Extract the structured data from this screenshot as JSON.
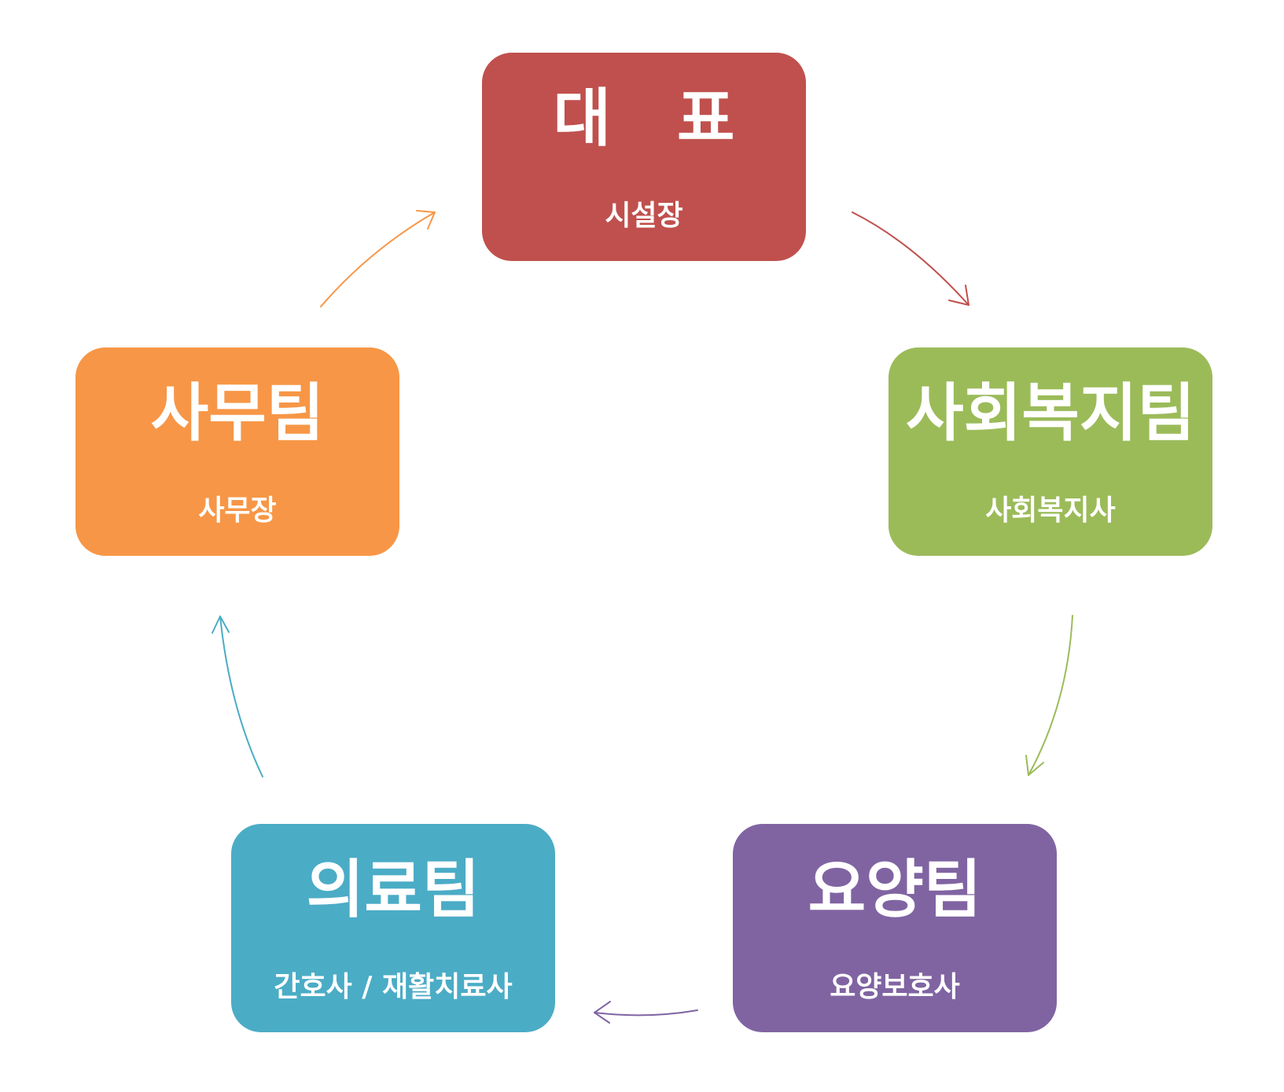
{
  "nodes": {
    "ceo": {
      "title": "대 표",
      "subtitle": "시설장",
      "color": "#c0504d"
    },
    "social": {
      "title": "사회복지팀",
      "subtitle": "사회복지사",
      "color": "#9bbb59"
    },
    "care": {
      "title": "요양팀",
      "subtitle": "요양보호사",
      "color": "#8064a2"
    },
    "medical": {
      "title": "의료팀",
      "subtitle": "간호사 / 재활치료사",
      "color": "#4bacc6"
    },
    "admin": {
      "title": "사무팀",
      "subtitle": "사무장",
      "color": "#f79646"
    }
  },
  "arrows": [
    {
      "from": "ceo",
      "to": "social",
      "color": "#c0504d"
    },
    {
      "from": "social",
      "to": "care",
      "color": "#9bbb59"
    },
    {
      "from": "care",
      "to": "medical",
      "color": "#8064a2"
    },
    {
      "from": "medical",
      "to": "admin",
      "color": "#4bacc6"
    },
    {
      "from": "admin",
      "to": "ceo",
      "color": "#f79646"
    }
  ]
}
